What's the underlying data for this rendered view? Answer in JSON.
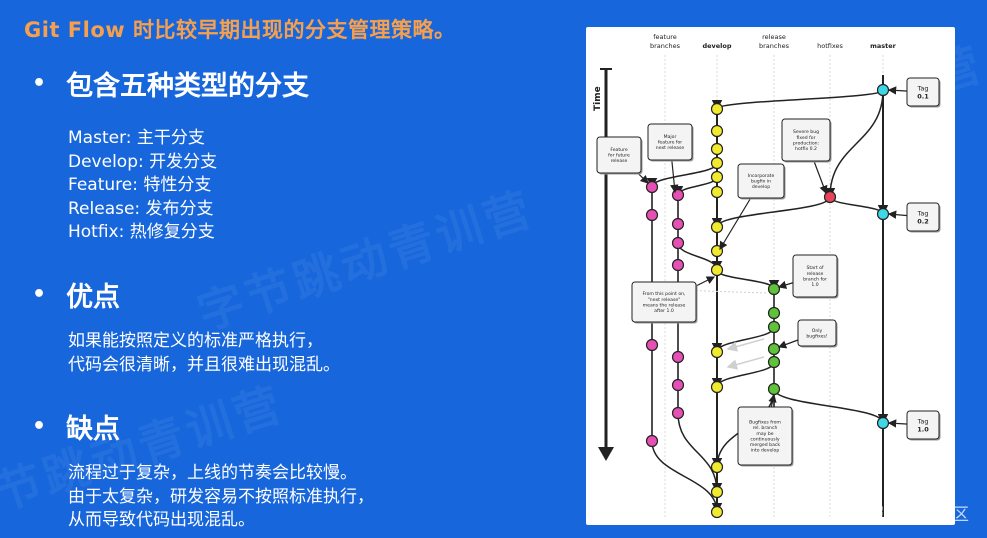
{
  "title": "Git  Flow 时比较早期出现的分支管理策略。",
  "sections": [
    {
      "heading": "包含五种类型的分支",
      "lines": [
        "Master: 主干分支",
        "Develop: 开发分支",
        "Feature: 特性分支",
        "Release: 发布分支",
        "Hotfix: 热修复分支"
      ]
    },
    {
      "heading": "优点",
      "lines": [
        "如果能按照定义的标准严格执行，",
        "代码会很清晰，并且很难出现混乱。"
      ]
    },
    {
      "heading": "缺点",
      "lines": [
        "流程过于复杂，上线的节奏会比较慢。",
        "由于太复杂，研发容易不按照标准执行，",
        "从而导致代码出现混乱。"
      ]
    }
  ],
  "diagram": {
    "columns": [
      {
        "id": "feature",
        "label": "feature\nbranches"
      },
      {
        "id": "develop",
        "label": "develop"
      },
      {
        "id": "release",
        "label": "release\nbranches"
      },
      {
        "id": "hotfixes",
        "label": "hotfixes"
      },
      {
        "id": "master",
        "label": "master"
      }
    ],
    "time_label": "Time",
    "notes": [
      {
        "id": "tag01",
        "text": "Tag\n0.1"
      },
      {
        "id": "feature-future",
        "text": "Feature\nfor future\nrelease"
      },
      {
        "id": "major-feature",
        "text": "Major\nfeature for\nnext release"
      },
      {
        "id": "severe-bug",
        "text": "Severe bug\nfixed for\nproduction:\nhotfix 0.2"
      },
      {
        "id": "incorporate",
        "text": "Incorporate\nbugfix in\ndevelop"
      },
      {
        "id": "tag02",
        "text": "Tag\n0.2"
      },
      {
        "id": "start-release",
        "text": "Start of\nrelease\nbranch for\n1.0"
      },
      {
        "id": "from-this-point",
        "text": "From this point on,\n\"next release\"\nmeans the release\nafter 1.0"
      },
      {
        "id": "only-bugfixes",
        "text": "Only\nbugfixes!"
      },
      {
        "id": "bugfixes-rel",
        "text": "Bugfixes from\nrel. branch\nmay be\ncontinuously\nmerged back\ninto develop"
      },
      {
        "id": "tag10",
        "text": "Tag\n1.0"
      }
    ],
    "colors": {
      "develop": "#f2ea2f",
      "feature": "#e64fb3",
      "release": "#5fc23a",
      "hotfix": "#e6445a",
      "master": "#3fd6e6"
    }
  },
  "watermarks": {
    "corner": "@稀土掘金技术社区",
    "background": "字节跳动青训营"
  }
}
